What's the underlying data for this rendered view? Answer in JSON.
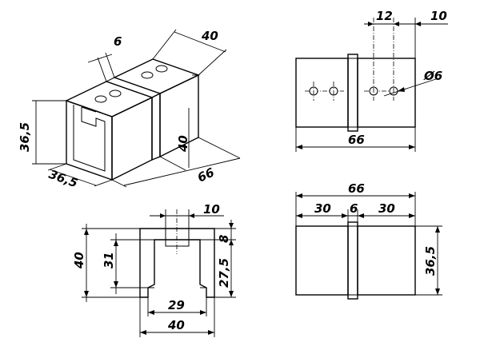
{
  "dimensions": {
    "iso_top_gap": "6",
    "iso_top_width": "40",
    "iso_height": "36,5",
    "iso_depth": "36,5",
    "iso_side_height": "40",
    "iso_length": "66",
    "front_top_pitch": "12",
    "front_top_edge": "10",
    "front_hole_dia": "Ø6",
    "front_length": "66",
    "side_top_length": "66",
    "side_seg_left": "30",
    "side_seg_mid": "6",
    "side_seg_right": "30",
    "side_height": "36,5",
    "end_top_width": "10",
    "end_slot_depth": "8",
    "end_height": "40",
    "end_inner": "31",
    "end_right_height": "27,5",
    "end_inner_width": "29",
    "end_width": "40"
  },
  "icons": {
    "diameter_symbol": "Ø"
  }
}
